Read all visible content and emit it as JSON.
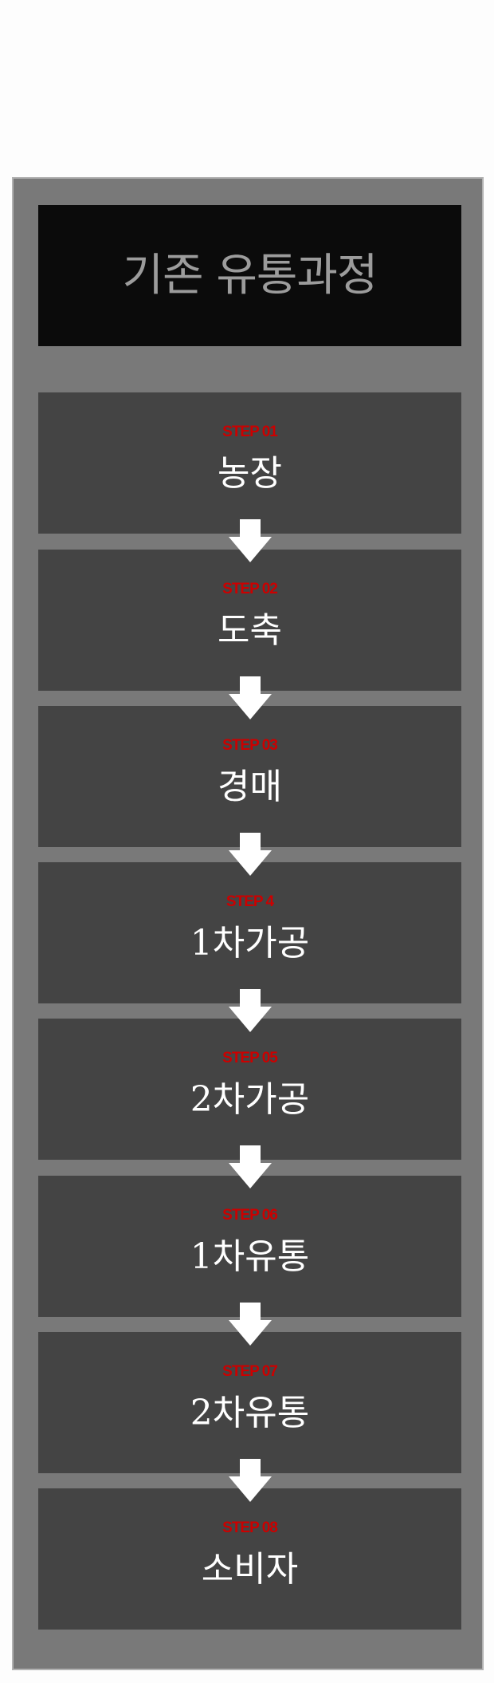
{
  "header": {
    "title": "기존 유통과정"
  },
  "steps": [
    {
      "label": "STEP 01",
      "name": "농장"
    },
    {
      "label": "STEP 02",
      "name": "도축"
    },
    {
      "label": "STEP 03",
      "name": "경매"
    },
    {
      "label": "STEP 4",
      "name": "1차가공"
    },
    {
      "label": "STEP 05",
      "name": "2차가공"
    },
    {
      "label": "STEP 06",
      "name": "1차유통"
    },
    {
      "label": "STEP 07",
      "name": "2차유통"
    },
    {
      "label": "STEP 08",
      "name": "소비자"
    }
  ],
  "colors": {
    "panel": "#797979",
    "header_bg": "#0b0b0b",
    "step_bg": "#444444",
    "step_label": "#cc0000",
    "step_name": "#ffffff",
    "arrow": "#ffffff"
  },
  "icons": {
    "connector": "arrow-down-icon"
  }
}
